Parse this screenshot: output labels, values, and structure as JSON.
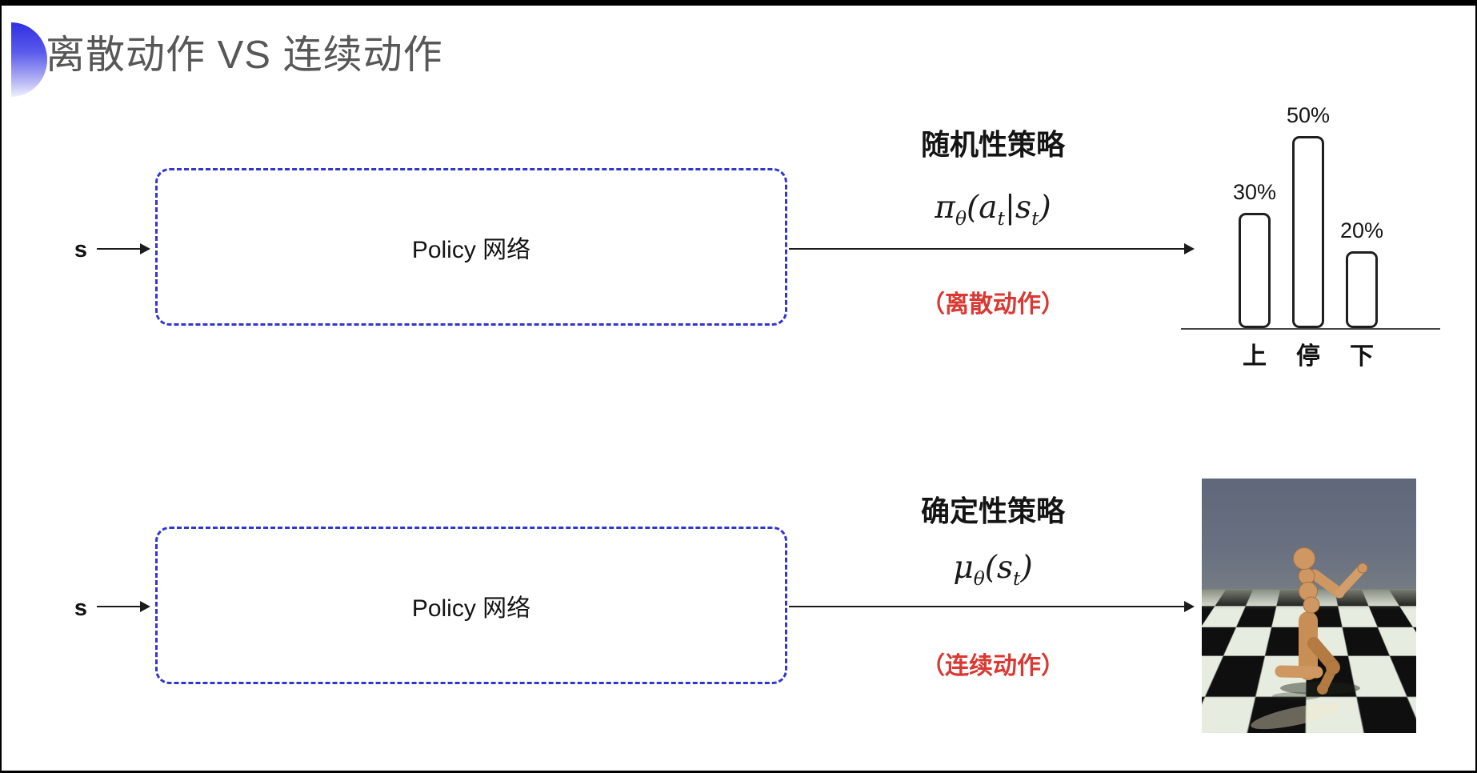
{
  "title": "离散动作 VS 连续动作",
  "flows": {
    "top": {
      "input": "s",
      "box": "Policy 网络",
      "policy_type": "随机性策略",
      "formula": "π_θ(a_t|s_t)",
      "action_note": "（离散动作）"
    },
    "bottom": {
      "input": "s",
      "box": "Policy 网络",
      "policy_type": "确定性策略",
      "formula": "μ_θ(s_t)",
      "action_note": "（连续动作）"
    }
  },
  "chart_data": {
    "type": "bar",
    "categories": [
      "上",
      "停",
      "下"
    ],
    "values": [
      30,
      50,
      20
    ],
    "value_labels": [
      "30%",
      "50%",
      "20%"
    ],
    "title": "",
    "xlabel": "",
    "ylabel": "",
    "ylim": [
      0,
      55
    ],
    "grid": false,
    "legend": false,
    "axis_style": "baseline-only"
  },
  "robot_view": {
    "alt": "humanoid-robot-on-checkerboard-simulation"
  },
  "colors": {
    "box_border_blue": "#3136cf",
    "accent_red": "#da3832",
    "text_dark": "#1a1a1a",
    "title_gray": "#575757",
    "frame_black": "#000000",
    "slide_white": "#ffffff"
  }
}
